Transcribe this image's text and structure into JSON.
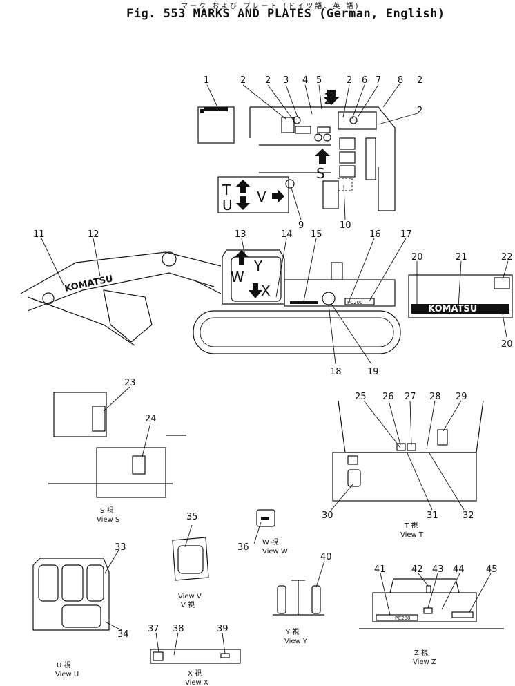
{
  "header": {
    "jp_line": "マーク および プレート (ドイツ語、英 語)",
    "en_line": "Fig. 553 MARKS AND PLATES (German, English)"
  },
  "callouts": [
    "1",
    "2",
    "3",
    "4",
    "5",
    "6",
    "7",
    "8",
    "9",
    "10",
    "11",
    "12",
    "13",
    "14",
    "15",
    "16",
    "17",
    "18",
    "19",
    "20",
    "21",
    "22",
    "23",
    "24",
    "25",
    "26",
    "27",
    "28",
    "29",
    "30",
    "31",
    "32",
    "33",
    "34",
    "35",
    "36",
    "37",
    "38",
    "39",
    "40",
    "41",
    "42",
    "43",
    "44",
    "45"
  ],
  "view_letters": {
    "z": "Z",
    "s": "S",
    "t": "T",
    "u": "U",
    "v": "V",
    "w": "W",
    "x": "X",
    "y": "Y"
  },
  "views": {
    "s": {
      "jp": "S 視",
      "en": "View S"
    },
    "t": {
      "jp": "T 視",
      "en": "View T"
    },
    "u": {
      "jp": "U 視",
      "en": "View U"
    },
    "v": {
      "en": "View V",
      "jp": "V 視"
    },
    "w": {
      "jp": "W 視",
      "en": "View W"
    },
    "x": {
      "jp": "X 視",
      "en": "View X"
    },
    "y": {
      "jp": "Y 視",
      "en": "View Y"
    },
    "z": {
      "jp": "Z 視",
      "en": "View Z"
    }
  },
  "plate_text": {
    "komatsu": "KOMATSU",
    "pc_model": "PC200"
  },
  "icons": [
    "arrow-icon",
    "komatsu-logo-icon"
  ]
}
